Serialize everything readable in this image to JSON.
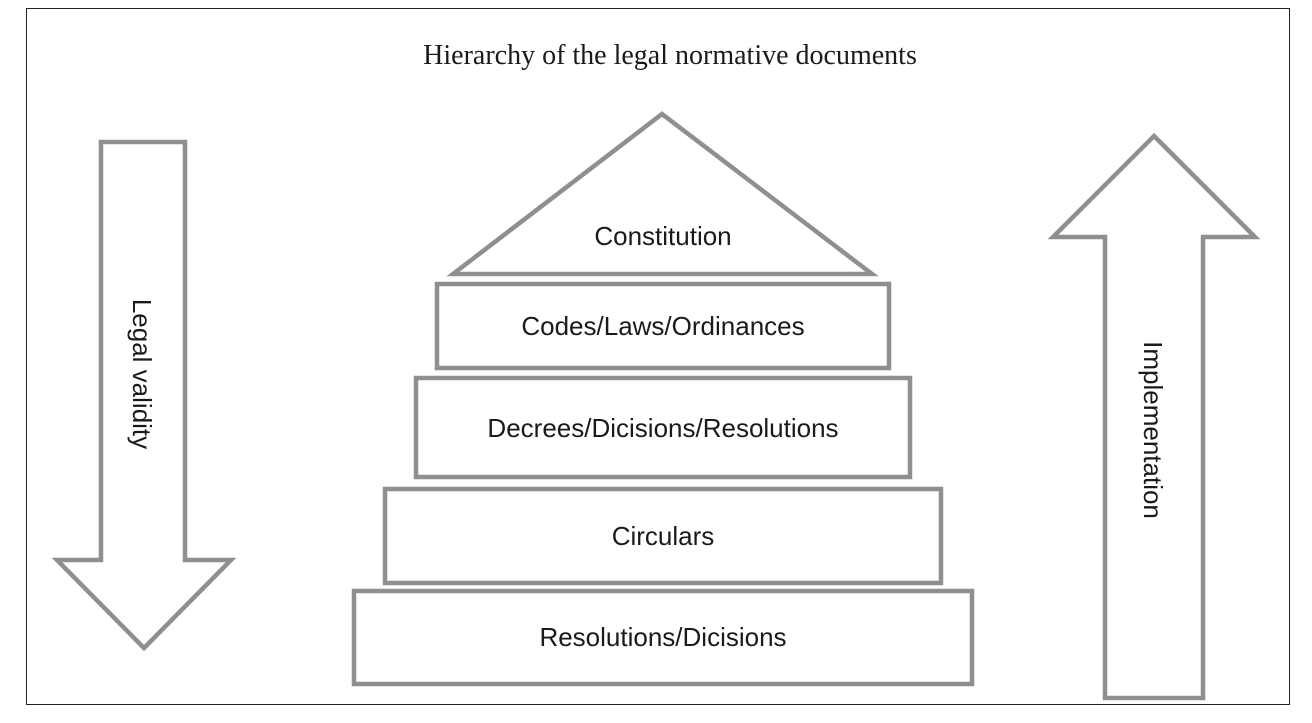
{
  "title": "Hierarchy of the legal normative documents",
  "left_arrow": {
    "label": "Legal validity",
    "direction": "down"
  },
  "right_arrow": {
    "label": "Implementation",
    "direction": "up"
  },
  "pyramid": {
    "top": "Constitution",
    "levels": [
      "Codes/Laws/Ordinances",
      "Decrees/Dicisions/Resolutions",
      "Circulars",
      "Resolutions/Dicisions"
    ]
  },
  "colors": {
    "stroke": "#8f8f8f",
    "text": "#1a1a1a"
  }
}
